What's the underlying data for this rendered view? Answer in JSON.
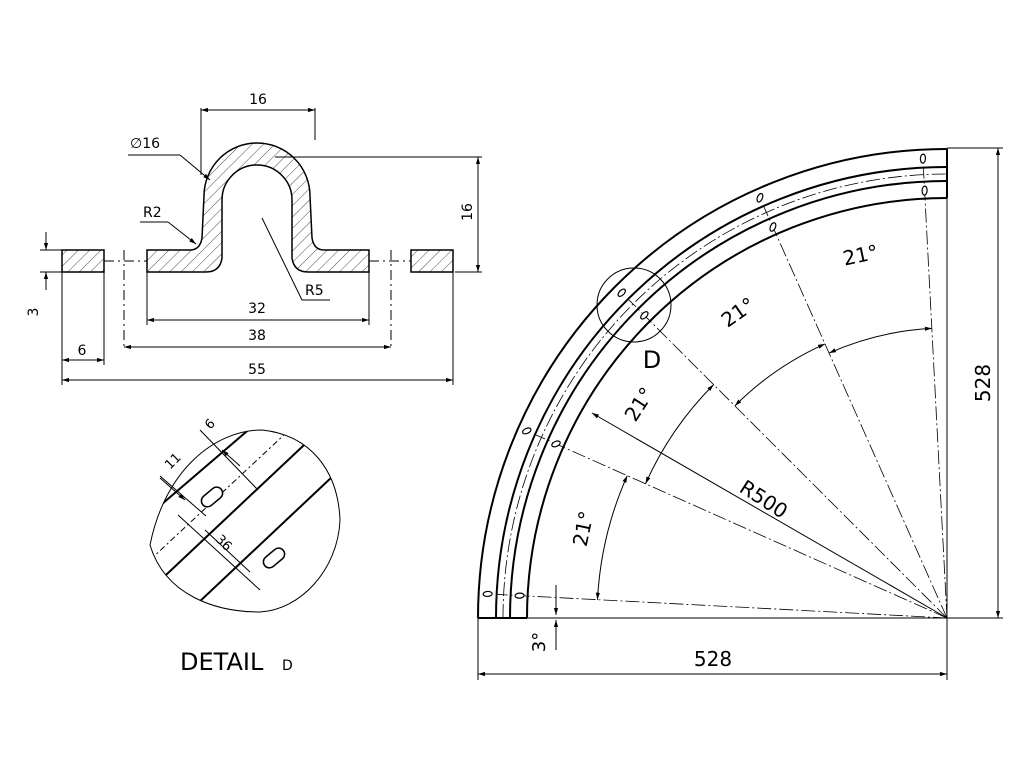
{
  "section_view": {
    "dims": {
      "top_width": "16",
      "diameter": "∅16",
      "radius_small": "R2",
      "radius_bend": "R5",
      "height": "16",
      "thickness": "3",
      "inner_span": "32",
      "mid_span": "38",
      "tab": "6",
      "overall": "55"
    }
  },
  "detail_view": {
    "dims": {
      "hole_width": "6",
      "hole_length": "11",
      "hole_pitch": "36"
    },
    "title": "DETAIL",
    "ref": "D"
  },
  "plan_view": {
    "angles": [
      "21°",
      "21°",
      "21°",
      "21°"
    ],
    "offset_angle": "3°",
    "radius": "R500",
    "width": "528",
    "height": "528",
    "detail_ref": "D"
  }
}
